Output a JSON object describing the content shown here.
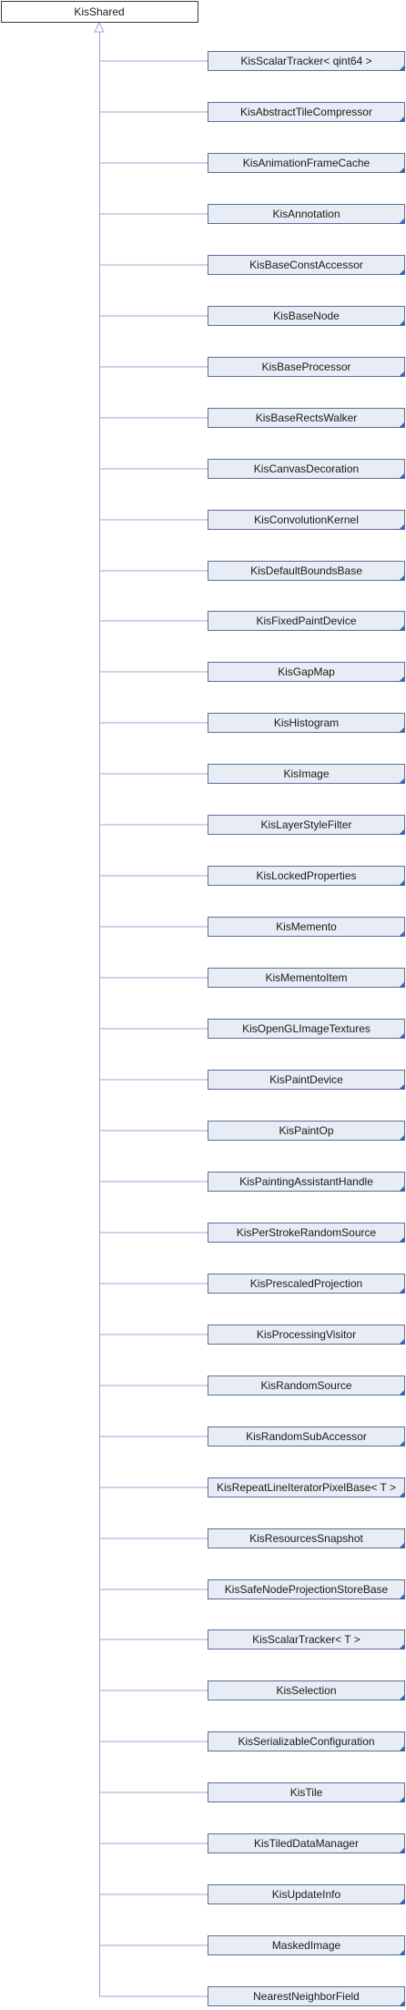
{
  "diagram": {
    "root": {
      "label": "KisShared"
    },
    "children": [
      "KisScalarTracker< qint64 >",
      "KisAbstractTileCompressor",
      "KisAnimationFrameCache",
      "KisAnnotation",
      "KisBaseConstAccessor",
      "KisBaseNode",
      "KisBaseProcessor",
      "KisBaseRectsWalker",
      "KisCanvasDecoration",
      "KisConvolutionKernel",
      "KisDefaultBoundsBase",
      "KisFixedPaintDevice",
      "KisGapMap",
      "KisHistogram",
      "KisImage",
      "KisLayerStyleFilter",
      "KisLockedProperties",
      "KisMemento",
      "KisMementoItem",
      "KisOpenGLImageTextures",
      "KisPaintDevice",
      "KisPaintOp",
      "KisPaintingAssistantHandle",
      "KisPerStrokeRandomSource",
      "KisPrescaledProjection",
      "KisProcessingVisitor",
      "KisRandomSource",
      "KisRandomSubAccessor",
      "KisRepeatLineIteratorPixelBase< T >",
      "KisResourcesSnapshot",
      "KisSafeNodeProjectionStoreBase",
      "KisScalarTracker< T >",
      "KisSelection",
      "KisSerializableConfiguration",
      "KisTile",
      "KisTiledDataManager",
      "KisUpdateInfo",
      "MaskedImage",
      "NearestNeighborField"
    ]
  }
}
